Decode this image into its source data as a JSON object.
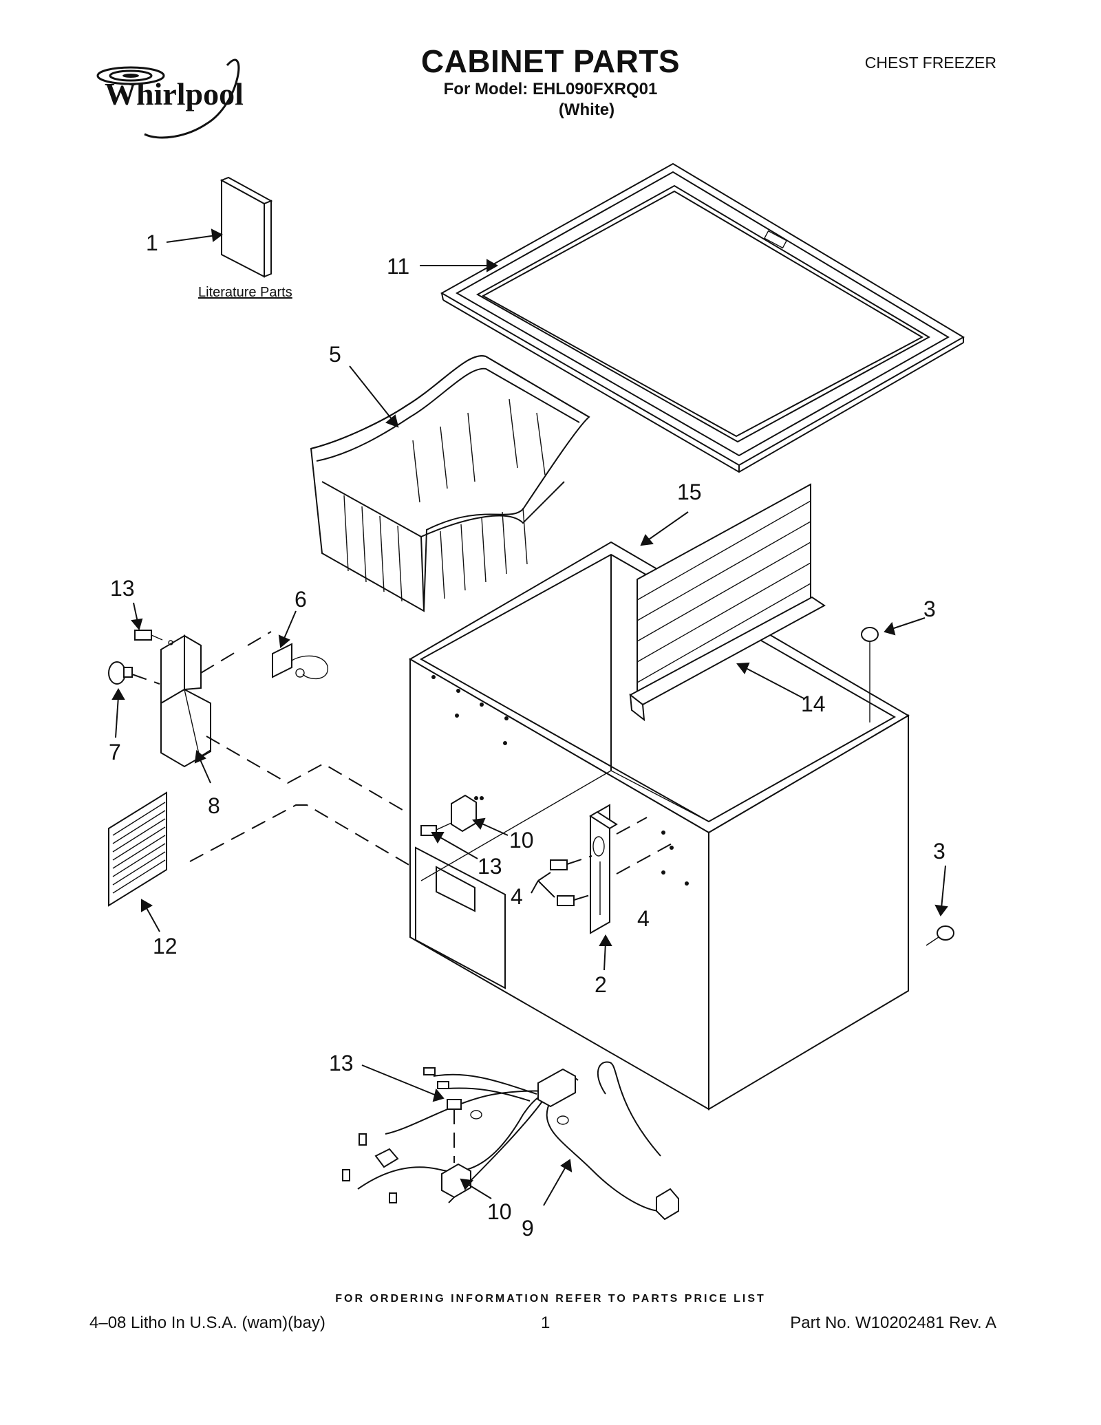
{
  "header": {
    "brand": "Whirlpool",
    "title": "CABINET PARTS",
    "model_line": "For Model: EHL090FXRQ01",
    "color_line": "(White)",
    "product_type": "CHEST FREEZER"
  },
  "literature_label": "Literature Parts",
  "callouts": {
    "c1": "1",
    "c2": "2",
    "c3a": "3",
    "c3b": "3",
    "c4a": "4",
    "c4b": "4",
    "c5": "5",
    "c6": "6",
    "c7": "7",
    "c8": "8",
    "c9": "9",
    "c10a": "10",
    "c10b": "10",
    "c11": "11",
    "c12": "12",
    "c13a": "13",
    "c13b": "13",
    "c13c": "13",
    "c14": "14",
    "c15": "15"
  },
  "footer": {
    "ordering_note": "FOR ORDERING INFORMATION REFER TO PARTS PRICE LIST",
    "litho": "4–08 Litho In U.S.A. (wam)(bay)",
    "page": "1",
    "part_no": "Part No. W10202481 Rev. A"
  }
}
